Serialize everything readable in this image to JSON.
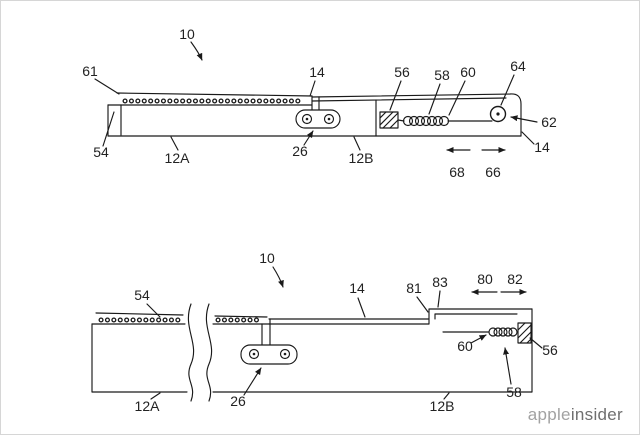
{
  "colors": {
    "ink": "#1a1a1a",
    "background": "#ffffff",
    "watermark_apple": "#a2a2a2",
    "watermark_insider": "#6f6f6f"
  },
  "figure_top": {
    "labels": {
      "n10": "10",
      "n61": "61",
      "n14_top": "14",
      "n56": "56",
      "n58": "58",
      "n60": "60",
      "n64": "64",
      "n62": "62",
      "n14_right": "14",
      "n54": "54",
      "n12A": "12A",
      "n26": "26",
      "n12B": "12B",
      "n68": "68",
      "n66": "66"
    }
  },
  "figure_bottom": {
    "labels": {
      "n10": "10",
      "n54": "54",
      "n14": "14",
      "n81": "81",
      "n83": "83",
      "n80": "80",
      "n82": "82",
      "n60": "60",
      "n56": "56",
      "n58": "58",
      "n12A": "12A",
      "n26": "26",
      "n12B": "12B"
    }
  },
  "watermark": {
    "apple": "apple",
    "insider": "insider"
  }
}
